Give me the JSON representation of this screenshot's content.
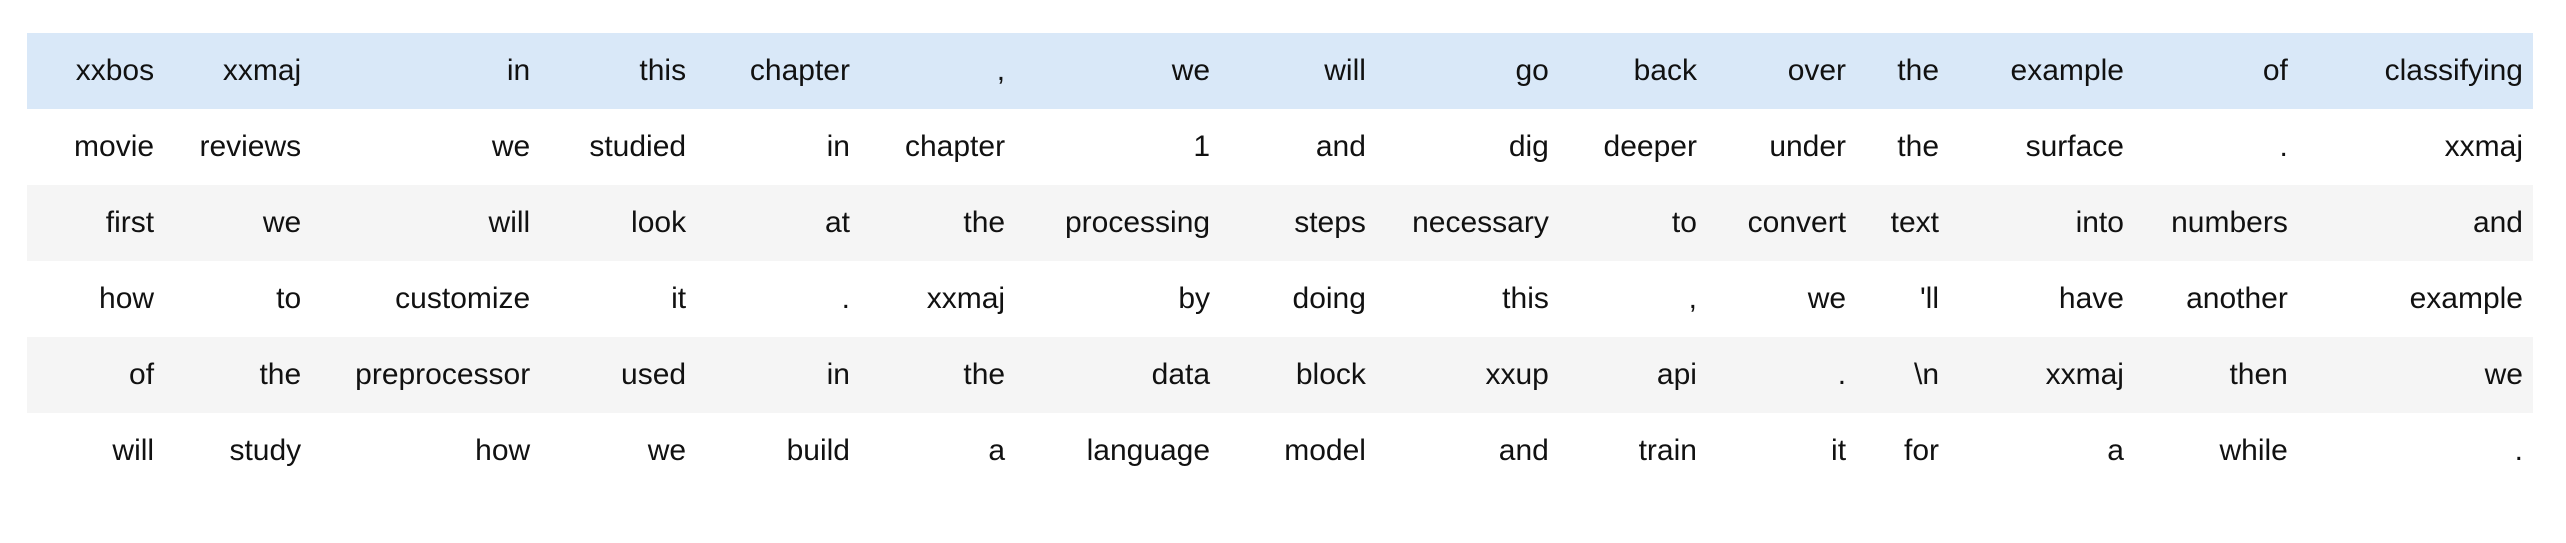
{
  "table": {
    "highlighted_row_index": 0,
    "striped_row_indexes": [
      0,
      2,
      4
    ],
    "colors": {
      "highlight_row_bg": "#d9e8f8",
      "stripe_row_bg": "#f5f5f5",
      "default_row_bg": "#ffffff",
      "text": "#111111",
      "page_bg": "#ffffff"
    },
    "rows": [
      [
        "xxbos",
        "xxmaj",
        "in",
        "this",
        "chapter",
        ",",
        "we",
        "will",
        "go",
        "back",
        "over",
        "the",
        "example",
        "of",
        "classifying"
      ],
      [
        "movie",
        "reviews",
        "we",
        "studied",
        "in",
        "chapter",
        "1",
        "and",
        "dig",
        "deeper",
        "under",
        "the",
        "surface",
        ".",
        "xxmaj"
      ],
      [
        "first",
        "we",
        "will",
        "look",
        "at",
        "the",
        "processing",
        "steps",
        "necessary",
        "to",
        "convert",
        "text",
        "into",
        "numbers",
        "and"
      ],
      [
        "how",
        "to",
        "customize",
        "it",
        ".",
        "xxmaj",
        "by",
        "doing",
        "this",
        ",",
        "we",
        "'ll",
        "have",
        "another",
        "example"
      ],
      [
        "of",
        "the",
        "preprocessor",
        "used",
        "in",
        "the",
        "data",
        "block",
        "xxup",
        "api",
        ".",
        "\\n",
        "xxmaj",
        "then",
        "we"
      ],
      [
        "will",
        "study",
        "how",
        "we",
        "build",
        "a",
        "language",
        "model",
        "and",
        "train",
        "it",
        "for",
        "a",
        "while",
        "."
      ]
    ]
  }
}
